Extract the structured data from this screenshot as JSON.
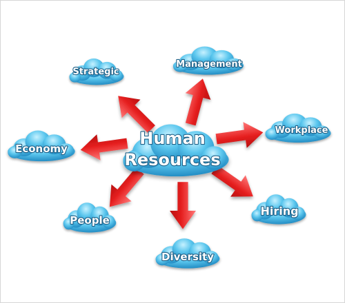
{
  "center": {
    "line1": "Human",
    "line2": "Resources"
  },
  "nodes": {
    "strategic": "Strategic",
    "management": "Management",
    "workplace": "Workplace",
    "economy": "Economy",
    "hiring": "Hiring",
    "people": "People",
    "diversity": "Diversity"
  },
  "colors": {
    "cloud_light": "#bfeefe",
    "cloud_mid": "#56c3ec",
    "cloud_dark": "#1f8fc6",
    "arrow_light": "#ff6a6a",
    "arrow_dark": "#d11414"
  }
}
